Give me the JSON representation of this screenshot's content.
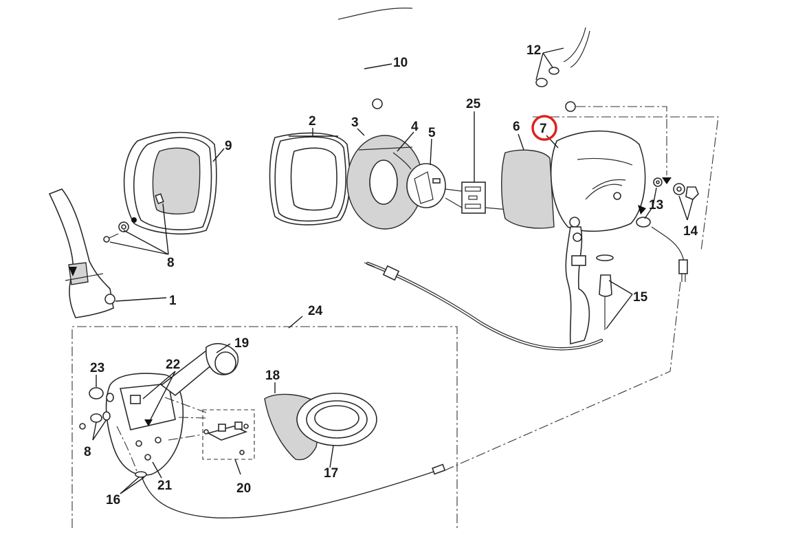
{
  "callouts": {
    "c1": "1",
    "c2": "2",
    "c3": "3",
    "c4": "4",
    "c5": "5",
    "c6": "6",
    "c7": "7",
    "c8a": "8",
    "c8b": "8",
    "c9": "9",
    "c10": "10",
    "c12": "12",
    "c13": "13",
    "c14": "14",
    "c15": "15",
    "c16": "16",
    "c17": "17",
    "c18": "18",
    "c19": "19",
    "c20": "20",
    "c21": "21",
    "c22": "22",
    "c23": "23",
    "c24": "24",
    "c25": "25"
  },
  "highlight": {
    "label": "7",
    "color": "#e02020"
  },
  "colors": {
    "line": "#2a2a2a",
    "shade": "#d4d4d4"
  }
}
